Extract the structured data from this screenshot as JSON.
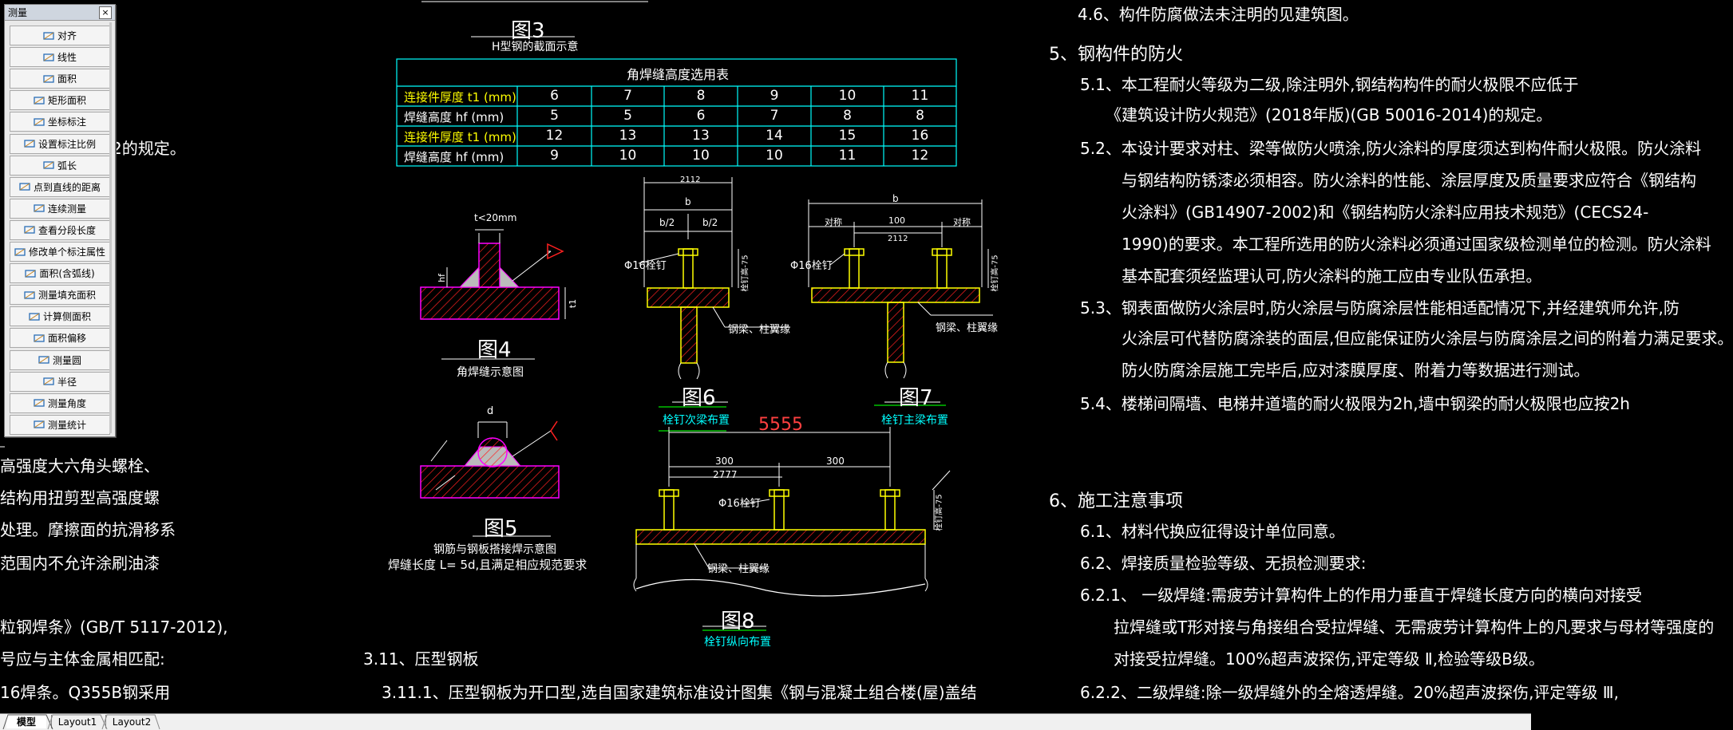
{
  "palette": {
    "title": "测量",
    "close": "×",
    "items": [
      {
        "label": "对齐",
        "icon": "align-icon"
      },
      {
        "label": "线性",
        "icon": "linear-icon"
      },
      {
        "label": "面积",
        "icon": "area-icon"
      },
      {
        "label": "矩形面积",
        "icon": "rect-area-icon"
      },
      {
        "label": "坐标标注",
        "icon": "coordinate-icon"
      },
      {
        "label": "设置标注比例",
        "icon": "scale-icon"
      },
      {
        "label": "弧长",
        "icon": "arc-icon"
      },
      {
        "label": "点到直线的距离",
        "icon": "point-line-icon"
      },
      {
        "label": "连续测量",
        "icon": "continuous-icon"
      },
      {
        "label": "查看分段长度",
        "icon": "segment-icon"
      },
      {
        "label": "修改单个标注属性",
        "icon": "edit-dim-icon"
      },
      {
        "label": "面积(含弧线)",
        "icon": "arc-area-icon"
      },
      {
        "label": "测量填充面积",
        "icon": "hatch-area-icon"
      },
      {
        "label": "计算侧面积",
        "icon": "side-area-icon"
      },
      {
        "label": "面积偏移",
        "icon": "offset-icon"
      },
      {
        "label": "测量圆",
        "icon": "circle-icon"
      },
      {
        "label": "半径",
        "icon": "radius-icon"
      },
      {
        "label": "测量角度",
        "icon": "angle-icon"
      },
      {
        "label": "测量统计",
        "icon": "stats-icon"
      }
    ]
  },
  "left_text": [
    "2的规定。",
    "高强度大六角头螺栓、",
    "结构用扭剪型高强度螺",
    "处理。摩擦面的抗滑移系",
    "范围内不允许涂刷油漆",
    "粒钢焊条》(GB/T 5117-2012),",
    "号应与主体金属相匹配:",
    "16焊条。Q355B钢采用"
  ],
  "figures": {
    "fig3_label": "图3",
    "fig3_caption": "H型钢的截面示意",
    "fig4_label": "图4",
    "fig4_caption": "角焊缝示意图",
    "fig4_t": "t<20mm",
    "fig5_label": "图5",
    "fig5_caption1": "钢筋与钢板搭接焊示意图",
    "fig5_caption2": "焊缝长度 L= 5d,且满足相应规范要求",
    "fig5_d": "d",
    "fig6_label": "图6",
    "fig6_caption": "栓钉次梁布置",
    "fig7_label": "图7",
    "fig7_caption": "栓钉主梁布置",
    "fig8_label": "图8",
    "fig8_caption": "栓钉纵向布置",
    "stud": "Φ16栓钉",
    "beam_note": "钢梁、柱翼缘",
    "dim_2112": "2112",
    "dim_b": "b",
    "dim_b2": "b/2",
    "dim_100": "100",
    "dim_duichen": "对称",
    "dim_5555": "5555",
    "dim_300": "300",
    "dim_2777": "2777",
    "dim_h75": "栓钉高-75"
  },
  "weld_table": {
    "title": "角焊缝高度选用表",
    "rows": [
      {
        "label": "连接件厚度 t1 (mm)",
        "values": [
          "6",
          "7",
          "8",
          "9",
          "10",
          "11"
        ],
        "highlight": true
      },
      {
        "label": "焊缝高度 hf (mm)",
        "values": [
          "5",
          "5",
          "6",
          "7",
          "8",
          "8"
        ],
        "highlight": false
      },
      {
        "label": "连接件厚度 t1 (mm)",
        "values": [
          "12",
          "13",
          "13",
          "14",
          "15",
          "16"
        ],
        "highlight": true
      },
      {
        "label": "焊缝高度 hf (mm)",
        "values": [
          "9",
          "10",
          "10",
          "10",
          "11",
          "12"
        ],
        "highlight": false
      }
    ]
  },
  "section_311": {
    "title": "3.11、压型钢板",
    "line1": "3.11.1、压型钢板为开口型,选自国家建筑标准设计图集《钢与混凝土组合楼(屋)盖结"
  },
  "right_text": {
    "l46": "4.6、构件防腐做法未注明的见建筑图。",
    "h5": "5、钢构件的防火",
    "l51a": "5.1、本工程耐火等级为二级,除注明外,钢结构构件的耐火极限不应低于",
    "l51b": "《建筑设计防火规范》(2018年版)(GB 50016-2014)的规定。",
    "l52a": "5.2、本设计要求对柱、梁等做防火喷涂,防火涂料的厚度须达到构件耐火极限。防火涂料",
    "l52b": "与钢结构防锈漆必须相容。防火涂料的性能、涂层厚度及质量要求应符合《钢结构",
    "l52c": "火涂料》(GB14907-2002)和《钢结构防火涂料应用技术规范》(CECS24-",
    "l52d": "1990)的要求。本工程所选用的防火涂料必须通过国家级检测单位的检测。防火涂料",
    "l52e": "基本配套须经监理认可,防火涂料的施工应由专业队伍承担。",
    "l53a": "5.3、钢表面做防火涂层时,防火涂层与防腐涂层性能相适配情况下,并经建筑师允许,防",
    "l53b": "火涂层可代替防腐涂装的面层,但应能保证防火涂层与防腐涂层之间的附着力满足要求。",
    "l53c": "防火防腐涂层施工完毕后,应对漆膜厚度、附着力等数据进行测试。",
    "l54": "5.4、楼梯间隔墙、电梯井道墙的耐火极限为2h,墙中钢梁的耐火极限也应按2h",
    "h6": "6、施工注意事项",
    "l61": "6.1、材料代换应征得设计单位同意。",
    "l62": "6.2、焊接质量检验等级、无损检测要求:",
    "l621a": "6.2.1、 一级焊缝:需疲劳计算构件上的作用力垂直于焊缝长度方向的横向对接受",
    "l621b": "拉焊缝或T形对接与角接组合受拉焊缝、无需疲劳计算构件上的凡要求与母材等强度的",
    "l621c": "对接受拉焊缝。100%超声波探伤,评定等级 Ⅱ,检验等级B级。",
    "l622a": "6.2.2、二级焊缝:除一级焊缝外的全熔透焊缝。20%超声波探伤,评定等级 Ⅲ,"
  },
  "tabs": [
    "模型",
    "Layout1",
    "Layout2"
  ],
  "colors": {
    "cyan": "#00ffff",
    "yellow": "#ffff00",
    "red": "#ff2020",
    "magenta": "#ff00ff",
    "green": "#00c000",
    "white": "#ffffff"
  }
}
